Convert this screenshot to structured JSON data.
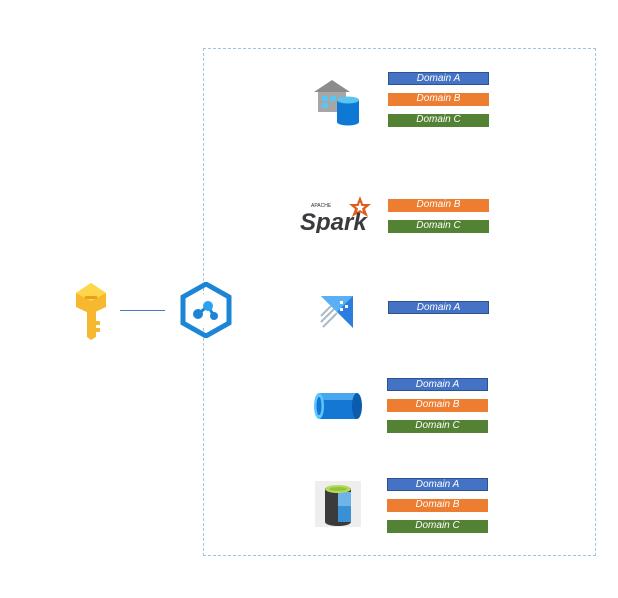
{
  "colors": {
    "domain_a": "#4472C4",
    "domain_b": "#ED7D31",
    "domain_c": "#548235",
    "frame": "#9EC5E8"
  },
  "icons": {
    "key": "key-vault-key-icon",
    "hub": "synapse-workspace-icon",
    "warehouse": "data-warehouse-icon",
    "spark": "apache-spark-icon",
    "explorer": "data-explorer-icon",
    "pipeline": "pipeline-icon",
    "storage": "data-lake-storage-icon"
  },
  "spark_logo": {
    "wordmark": "Spark",
    "apache": "APACHE"
  },
  "rows": [
    {
      "domains": [
        "Domain A",
        "Domain B",
        "Domain C"
      ]
    },
    {
      "domains": [
        "Domain B",
        "Domain C"
      ]
    },
    {
      "domains": [
        "Domain A"
      ]
    },
    {
      "domains": [
        "Domain A",
        "Domain B",
        "Domain C"
      ]
    },
    {
      "domains": [
        "Domain A",
        "Domain B",
        "Domain C"
      ]
    }
  ]
}
